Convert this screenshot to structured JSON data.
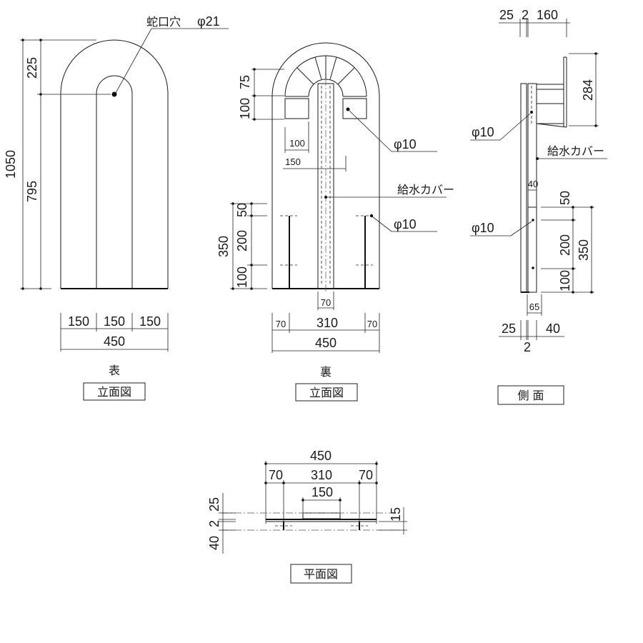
{
  "views": {
    "front": {
      "hole_label": "蛇口穴",
      "hole_dia": "φ21",
      "dims": {
        "top_arc": "225",
        "body": "795",
        "total": "1050",
        "w1": "150",
        "w2": "150",
        "w3": "150",
        "width": "450"
      },
      "sub": "表",
      "caption": "立面図"
    },
    "back": {
      "dims": {
        "v75": "75",
        "v100a": "100",
        "h100": "100",
        "h150": "150",
        "v50": "50",
        "v200": "200",
        "v100b": "100",
        "v350": "350",
        "w70a": "70",
        "w310": "310",
        "w70b": "70",
        "width": "450",
        "cover_w": "70"
      },
      "phi_top": "φ10",
      "cover_label": "給水カバー",
      "phi_low": "φ10",
      "sub": "裏",
      "caption": "立面図"
    },
    "side": {
      "top_dims": {
        "a": "25",
        "b": "2",
        "c": "160"
      },
      "h284": "284",
      "phi_top": "φ10",
      "cover_label": "給水カバー",
      "w40": "40",
      "v50": "50",
      "v200": "200",
      "v100": "100",
      "v350": "350",
      "phi_low": "φ10",
      "w65": "65",
      "bottom_dims": {
        "a": "25",
        "b": "40",
        "c": "2"
      },
      "caption": "側 面"
    },
    "plan": {
      "dims": {
        "width": "450",
        "w70a": "70",
        "w310": "310",
        "w70b": "70",
        "w150": "150",
        "v25": "25",
        "v2": "2",
        "v40": "40",
        "v15": "15"
      },
      "caption": "平面図"
    }
  }
}
